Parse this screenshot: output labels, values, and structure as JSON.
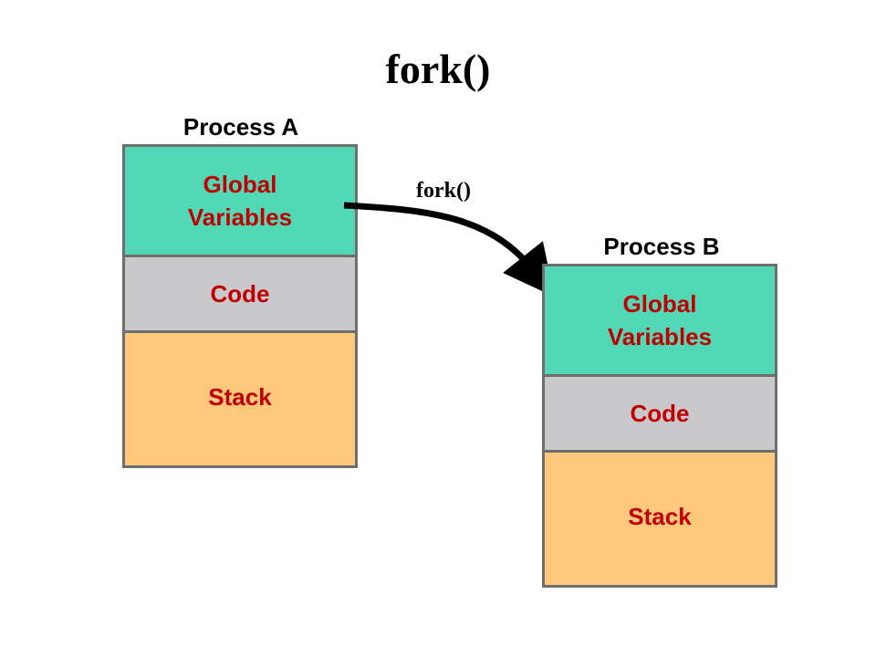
{
  "title": "fork()",
  "arrow_label": "fork()",
  "process_a": {
    "label": "Process A",
    "segments": {
      "global": "Global Variables",
      "code": "Code",
      "stack": "Stack"
    }
  },
  "process_b": {
    "label": "Process B",
    "segments": {
      "global": "Global Variables",
      "code": "Code",
      "stack": "Stack"
    }
  },
  "colors": {
    "global_fill": "#52d8b6",
    "code_fill": "#c9c9cb",
    "stack_fill": "#fec87a",
    "segment_text": "#c00000",
    "border": "#6e6e6e",
    "arrow": "#000000"
  },
  "icons": {
    "arrow": "curved-arrow-icon"
  }
}
